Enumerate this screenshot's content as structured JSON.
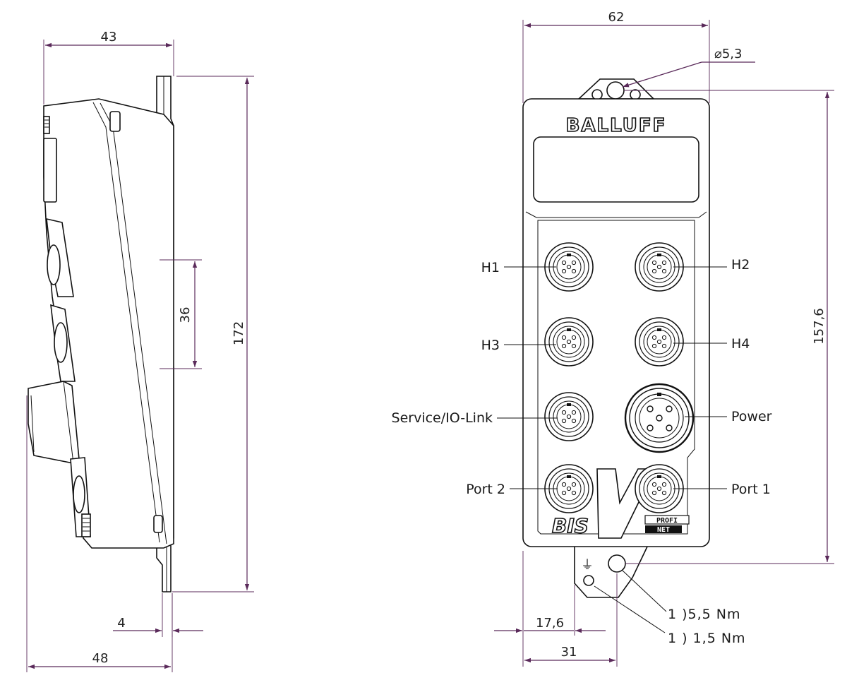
{
  "side_view": {
    "dim_width_top": "43",
    "dim_height_total": "172",
    "dim_slot": "36",
    "dim_plate": "4",
    "dim_width_bottom": "48"
  },
  "front_view": {
    "dim_width": "62",
    "dim_hole": "5,3",
    "dim_height": "157,6",
    "dim_offset_left": "17,6",
    "dim_offset_bottom": "31",
    "brand": "BALLUFF",
    "series": "BIS",
    "series_letter": "V",
    "network_logo_top": "PROFI",
    "network_logo_bottom": "NET",
    "ground_symbol": "⏚",
    "diameter_symbol": "⌀",
    "torque_note_1": "1 )5,5 Nm",
    "torque_note_2": "1 ) 1,5 Nm",
    "connectors": {
      "h1": "H1",
      "h2": "H2",
      "h3": "H3",
      "h4": "H4",
      "service": "Service/IO-Link",
      "power": "Power",
      "port2": "Port 2",
      "port1": "Port 1"
    }
  },
  "colors": {
    "dimension_line": "#5a2a5a",
    "outline": "#111111"
  }
}
